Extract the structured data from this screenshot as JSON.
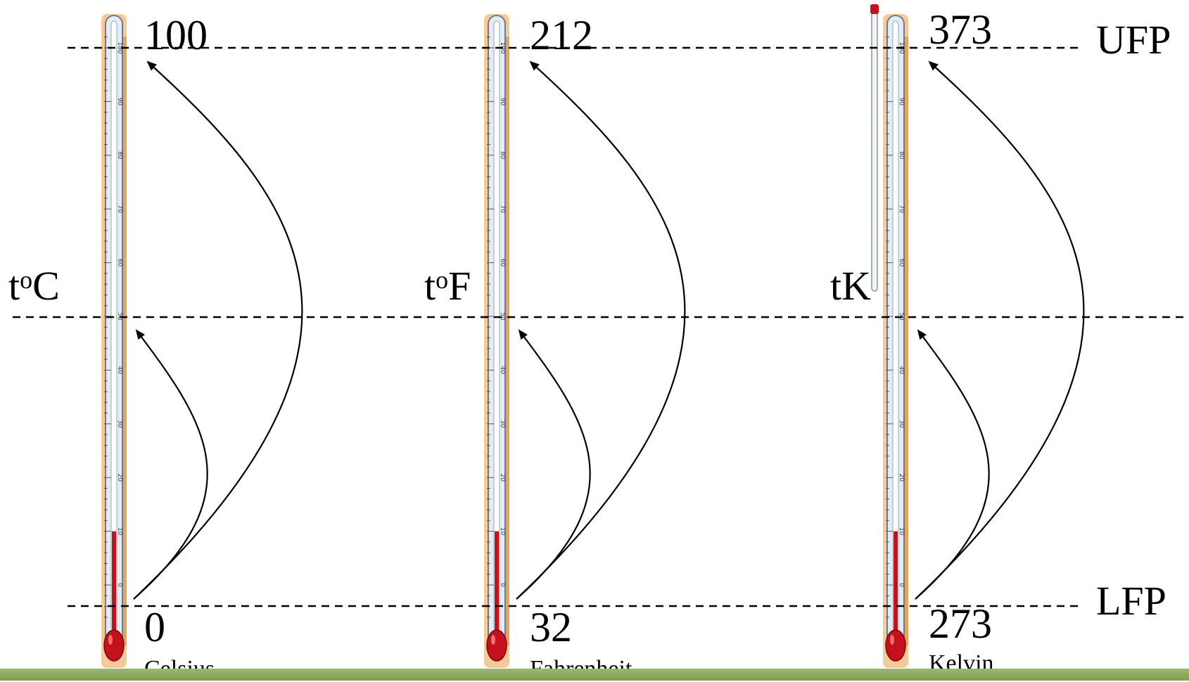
{
  "colors": {
    "mercury": "#c4121c",
    "frame": "#f6c998",
    "frame_edge": "#e8a35f",
    "tube": "#e2ecf5",
    "line": "#000000",
    "footer_bar": "#8aab5a"
  },
  "reference_lines": {
    "upper": "UFP",
    "lower": "LFP"
  },
  "thermometer_tick_labels": [
    "0",
    "10",
    "20",
    "30",
    "40",
    "50",
    "60",
    "70",
    "80",
    "90",
    "100"
  ],
  "scales": [
    {
      "name": "Celsius",
      "variable": {
        "prefix": "t",
        "sup": "o",
        "unit": "C"
      },
      "upper_value": "100",
      "lower_value": "0",
      "mercury_reading": 10
    },
    {
      "name": "Fahrenheit",
      "variable": {
        "prefix": "t",
        "sup": "o",
        "unit": "F"
      },
      "upper_value": "212",
      "lower_value": "32",
      "mercury_reading": 10
    },
    {
      "name": "Kelvin",
      "variable": {
        "prefix": "t",
        "sup": "",
        "unit": "K"
      },
      "upper_value": "373",
      "lower_value": "273",
      "mercury_reading": 10
    }
  ]
}
